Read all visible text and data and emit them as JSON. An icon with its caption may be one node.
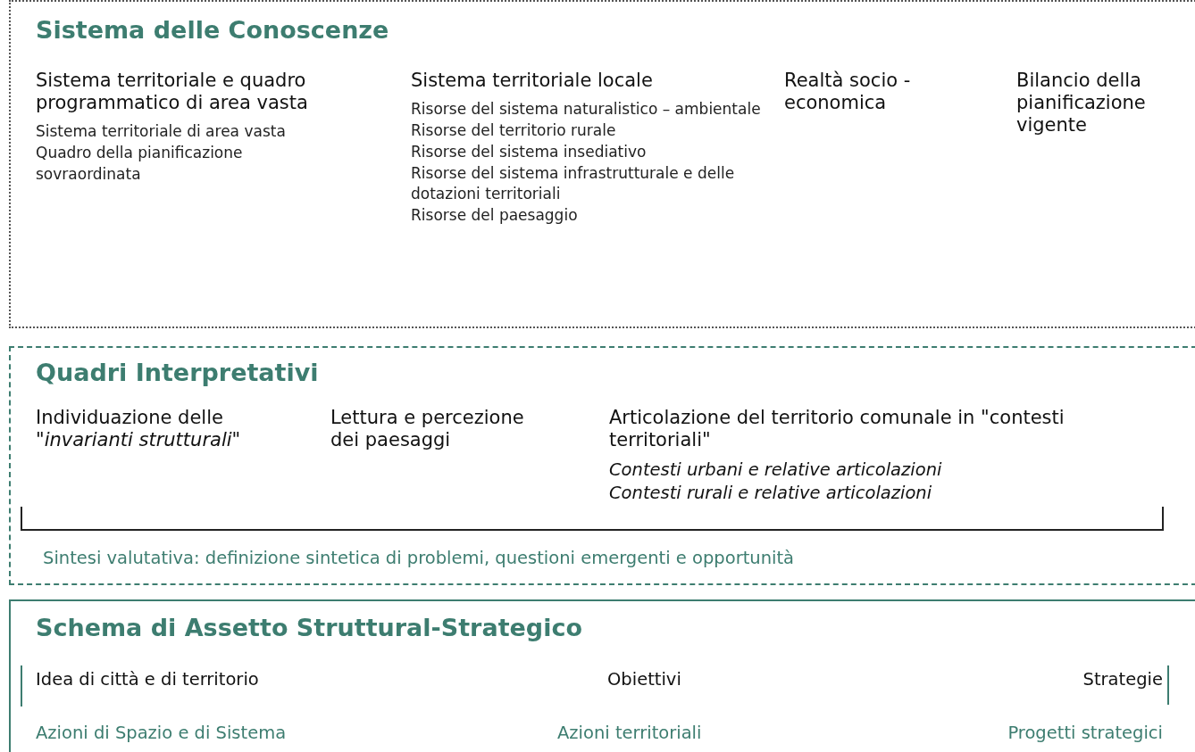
{
  "diagram": {
    "nodes": [
      {
        "text": [
          "Sistema delle Conoscenze",
          "Sistema territoriale e quadro programmatico di area vasta",
          "Sistema territoriale di area vasta",
          "Quadro della pianificazione sovraordinata",
          "Sistema territoriale locale",
          "Risorse del sistema naturalistico – ambientale",
          "Risorse del territorio rurale",
          "Risorse del sistema insediativo",
          "Risorse del sistema infrastrutturale e delle dotazioni territoriali",
          "Risorse del paesaggio",
          "Realtà socio - economica",
          "Bilancio della pianificazione vigente"
        ]
      },
      {
        "text": [
          "Quadri Interpretativi",
          "Individuazione delle \"*invarianti strutturali*\"",
          "Lettura e percezione dei paesaggi",
          "Articolazione del territorio comunale in \"contesti territoriali\"",
          "Contesti urbani e relative articolazioni",
          "Contesti rurali e relative articolazioni",
          "Sintesi valutativa: definizione sintetica di problemi, questioni emergenti e opportunità"
        ]
      },
      {
        "text": [
          "Schema di Assetto Struttural-Strategico",
          "Idea di città e di territorio",
          "Obiettivi",
          "Strategie",
          "Azioni di Spazio e di Sistema",
          "Azioni territoriali",
          "Progetti strategici"
        ]
      }
    ]
  }
}
